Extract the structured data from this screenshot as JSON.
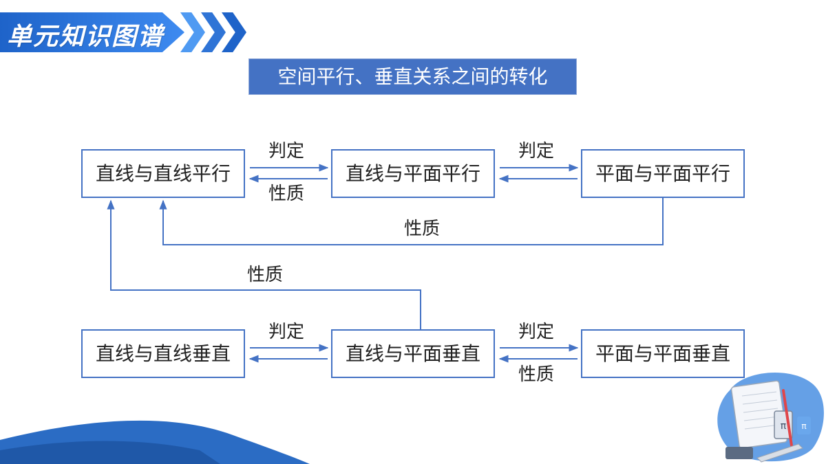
{
  "header": {
    "section_title": "单元知识图谱"
  },
  "diagram_title": "空间平行、垂直关系之间的转化",
  "nodes": {
    "line_line_parallel": "直线与直线平行",
    "line_plane_parallel": "直线与平面平行",
    "plane_plane_parallel": "平面与平面平行",
    "line_line_perp": "直线与直线垂直",
    "line_plane_perp": "直线与平面垂直",
    "plane_plane_perp": "平面与平面垂直"
  },
  "edge_labels": {
    "panding": "判定",
    "xingzhi": "性质"
  },
  "colors": {
    "accent": "#4472c4",
    "banner": "#1e63c9"
  }
}
